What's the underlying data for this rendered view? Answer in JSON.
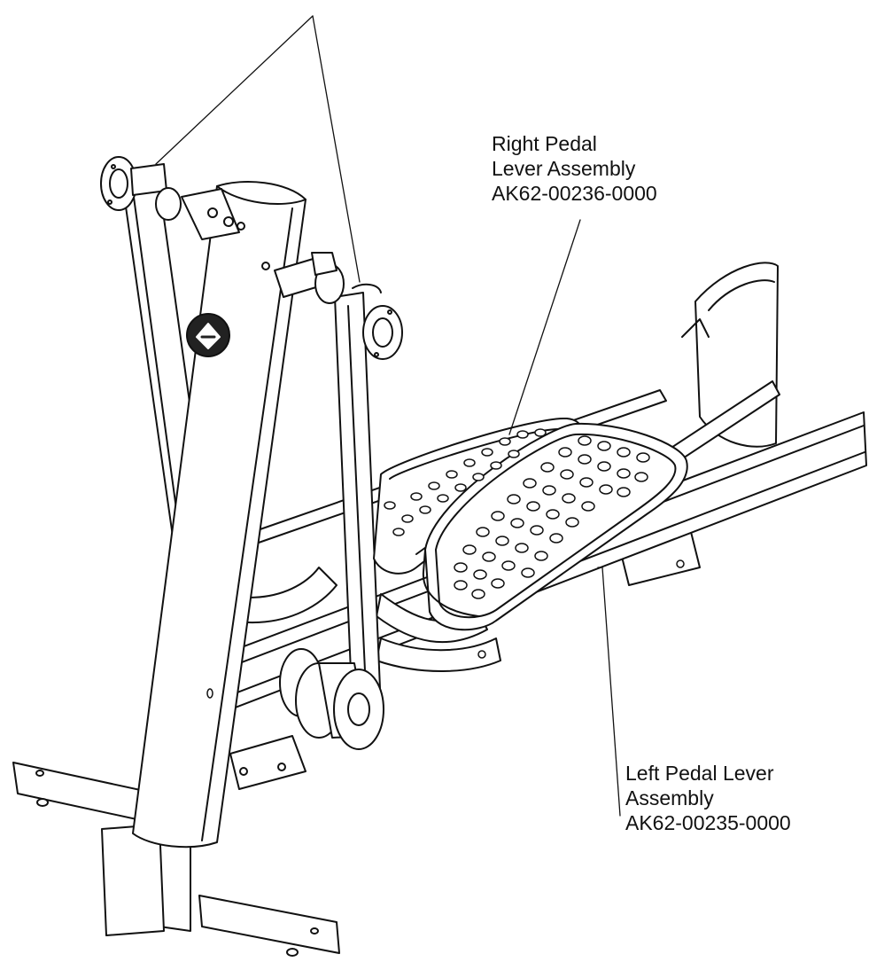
{
  "callouts": {
    "right_pedal": {
      "line1": "Right Pedal",
      "line2": "Lever Assembly",
      "part_number": "AK62-00236-0000"
    },
    "left_pedal": {
      "line1": "Left Pedal Lever",
      "line2": "Assembly",
      "part_number": "AK62-00235-0000"
    }
  },
  "colors": {
    "ink": "#111111",
    "background": "#ffffff",
    "emblem": "#222222"
  },
  "icons": {
    "logo": "brand-emblem-icon"
  }
}
